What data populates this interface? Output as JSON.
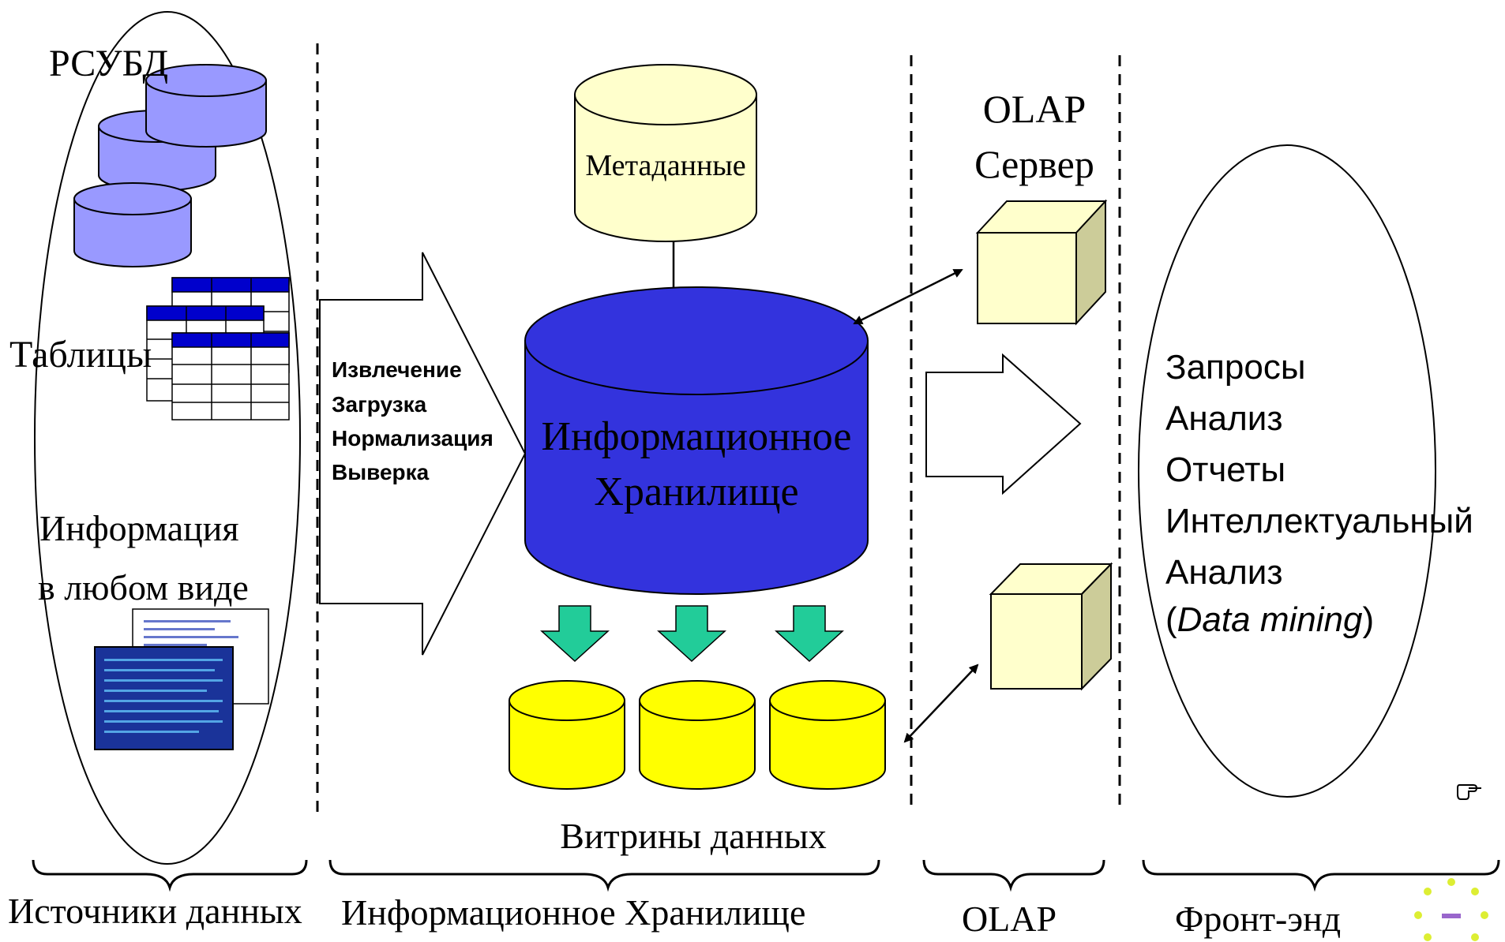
{
  "sources": {
    "rdbms_label": "РСУБД",
    "tables_label": "Таблицы",
    "info_line1": "Информация",
    "info_line2": "в любом виде"
  },
  "etl": {
    "steps": [
      "Извлечение",
      "Загрузка",
      "Нормализация",
      "Выверка"
    ]
  },
  "warehouse": {
    "metadata_label": "Метаданные",
    "core_line1": "Информационное",
    "core_line2": "Хранилище",
    "marts_label": "Витрины данных"
  },
  "olap": {
    "server_line1": "OLAP",
    "server_line2": "Сервер"
  },
  "frontend": {
    "items": [
      "Запросы",
      "Анализ",
      "Отчеты",
      "Интеллектуальный",
      "Анализ"
    ],
    "data_mining_open": "(",
    "data_mining_text": "Data mining",
    "data_mining_close": ")"
  },
  "sections": {
    "sources": "Источники данных",
    "warehouse": "Информационное Хранилище",
    "olap": "OLAP",
    "frontend": "Фронт-энд"
  },
  "colors": {
    "rdbms_cylinder": "#9999ff",
    "warehouse_cylinder": "#3333dd",
    "metadata_cylinder": "#ffffcc",
    "mart_cylinder": "#ffff00",
    "olap_cube": "#ffffcc",
    "down_arrows": "#22cc99",
    "table_header": "#0000cc",
    "screen": "#1a3399"
  },
  "icons": [
    "hand-pointer-icon",
    "spinner-logo-icon"
  ]
}
